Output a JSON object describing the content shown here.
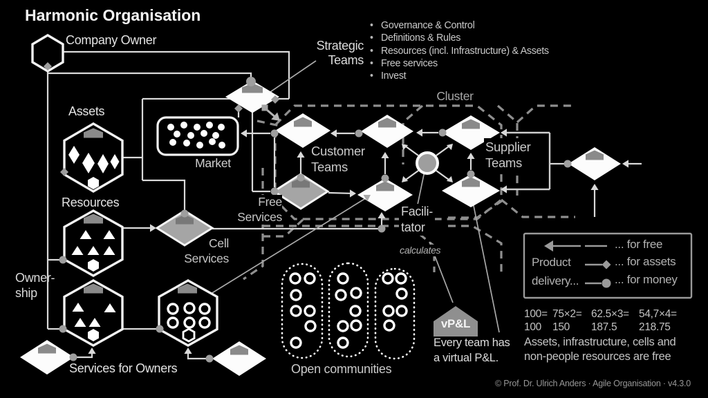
{
  "colors": {
    "background": "#000000",
    "line": "#d9d9d9",
    "dashed_boundary": "#8f8f8f",
    "node_fill": "#fcfcfc",
    "service_fill": "#a5a5a5",
    "roof": "#8a8a8a",
    "marker_gray": "#9e9e9e"
  },
  "title": "Harmonic Organisation",
  "labels": {
    "company_owner": "Company Owner",
    "strategic_teams": "Strategic\nTeams",
    "cluster": "Cluster",
    "assets": "Assets",
    "market": "Market",
    "customer_teams": "Customer\nTeams",
    "supplier_teams": "Supplier\nTeams",
    "free_services": "Free\nServices",
    "cell_services": "Cell\nServices",
    "resources": "Resources",
    "ownership": "Owner-\nship",
    "services_for_owners": "Services for Owners",
    "open_communities": "Open communities",
    "facilitator": "Facili-\ntator",
    "calculates": "calculates",
    "vpl": "vP&L"
  },
  "strategic_notes": {
    "bullet": "•",
    "items": [
      "Governance & Control",
      "Definitions & Rules",
      "Resources (incl. Infrastructure) & Assets",
      "Free services",
      "Invest"
    ]
  },
  "legend": {
    "product": "Product",
    "delivery": "delivery...",
    "for_free": "... for free",
    "for_assets": "... for assets",
    "for_money": "... for money"
  },
  "calc_table": {
    "c1": {
      "expr": "100=",
      "result": "100"
    },
    "c2": {
      "expr": "75×2=",
      "result": "150"
    },
    "c3": {
      "expr": "62.5×3=",
      "result": "187.5"
    },
    "c4": {
      "expr": "54,7×4=",
      "result": "218.75"
    }
  },
  "notes": {
    "every_team": "Every team has\na virtual P&L.",
    "assets_free": "Assets, infrastructure, cells and\nnon-people resources are free"
  },
  "copyright": "© Prof. Dr. Ulrich Anders · Agile Organisation · v4.3.0"
}
